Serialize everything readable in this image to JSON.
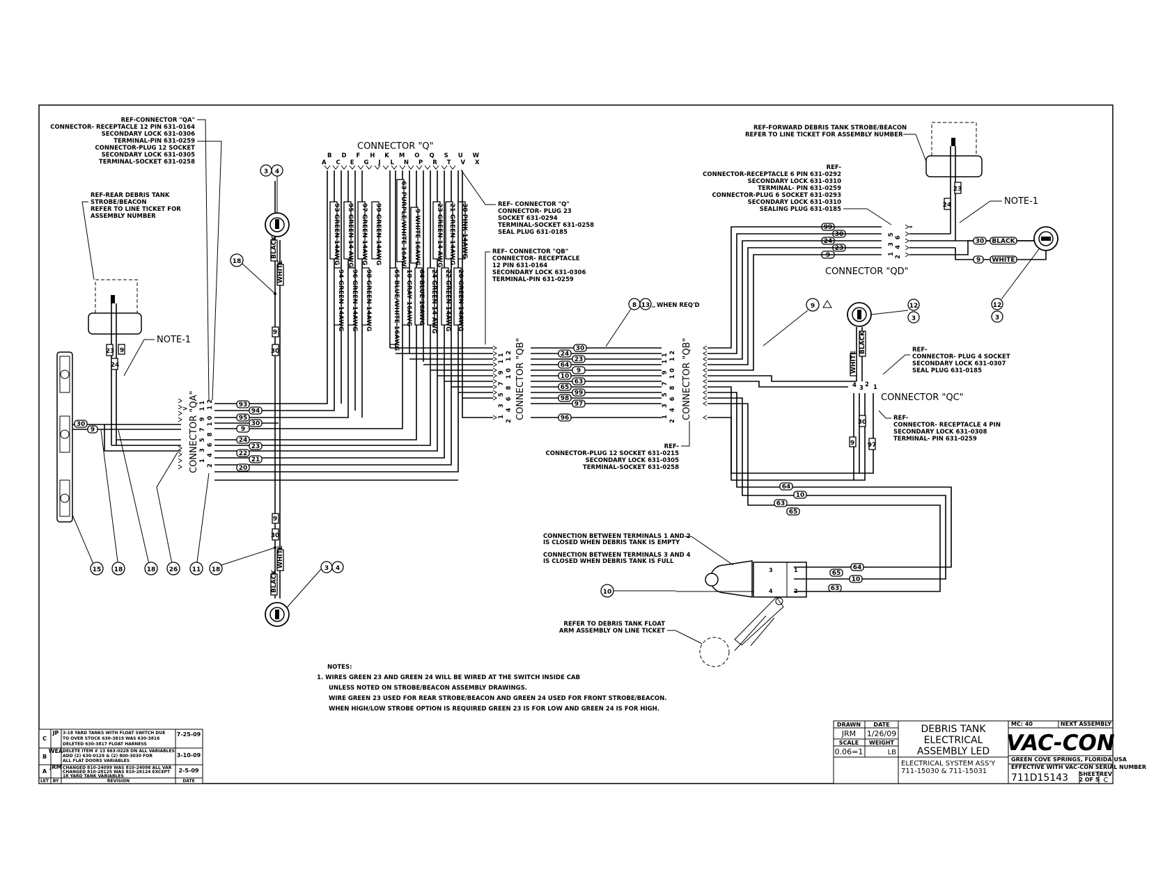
{
  "notes": {
    "ref_qa": "REF-CONNECTOR \"QA\"",
    "ref_qa_lines": [
      "CONNECTOR- RECEPTACLE 12 PIN 631-0164",
      "SECONDARY LOCK 631-0306",
      "TERMINAL-PIN 631-0259",
      "CONNECTOR-PLUG 12 SOCKET",
      "SECONDARY LOCK 631-0305",
      "TERMINAL-SOCKET 631-0258"
    ],
    "rear_strobe": [
      "REF-REAR DEBRIS TANK",
      "STROBE/BEACON",
      "REFER TO LINE TICKET FOR",
      "ASSEMBLY NUMBER"
    ],
    "note1_left": "NOTE-1",
    "connector_q": "CONNECTOR \"Q\"",
    "q_top_letters": "B D F H K M O Q S U W",
    "q_bot_letters": "A C E G J L N P R T V X",
    "ref_q": [
      "REF- CONNECTOR \"Q\"",
      "CONNECTOR- PLUG 23",
      "SOCKET 631-0294",
      "TERMINAL-SOCKET 631-0258",
      "SEAL PLUG 631-0185"
    ],
    "ref_qb": [
      "REF- CONNECTOR \"QB\"",
      "CONNECTOR- RECEPTACLE",
      "12 PIN 631-0164",
      "SECONDARY LOCK 631-0306",
      "TERMINAL-PIN 631-0259"
    ],
    "when_reqd": "WHEN REQ'D",
    "ref_qb_plug": [
      "REF-",
      "CONNECTOR-PLUG 12 SOCKET 631-0215",
      "SECONDARY LOCK 631-0305",
      "TERMINAL-SOCKET 631-0258"
    ],
    "fwd_strobe": [
      "REF-FORWARD DEBRIS TANK STROBE/BEACON",
      "REFER TO LINE TICKET FOR ASSEMBLY NUMBER"
    ],
    "ref_qd": [
      "REF-",
      "CONNECTOR-RECEPTACLE 6 PIN 631-0292",
      "SECONDARY LOCK 631-0310",
      "TERMINAL- PIN 631-0259",
      "CONNECTOR-PLUG 6 SOCKET 631-0293",
      "SECONDARY LOCK 631-0310",
      "SEALING PLUG 631-0185"
    ],
    "note1_right": "NOTE-1",
    "connector_qd": "CONNECTOR \"QD\"",
    "ref_qc_plug": [
      "REF-",
      "CONNECTOR- PLUG 4 SOCKET",
      "SECONDARY LOCK 631-0307",
      "SEAL PLUG 631-0185"
    ],
    "connector_qc": "CONNECTOR \"QC\"",
    "ref_qc_rec": [
      "REF-",
      "CONNECTOR- RECEPTACLE 4 PIN",
      "SECONDARY LOCK 631-0308",
      "TERMINAL- PIN 631-0259"
    ],
    "conn_text": [
      "CONNECTION BETWEEN TERMINALS 1 AND 2",
      "IS CLOSED WHEN DEBRIS TANK IS EMPTY",
      "CONNECTION BETWEEN TERMINALS 3 AND 4",
      "IS CLOSED WHEN DEBRIS TANK IS FULL"
    ],
    "float_arm": [
      "REFER TO DEBRIS TANK FLOAT",
      "ARM ASSEMBLY ON LINE TICKET"
    ],
    "notes_title": "NOTES:",
    "notes_lines": [
      "1.  WIRES GREEN 23 AND GREEN 24 WILL BE WIRED AT THE SWITCH INSIDE CAB",
      "UNLESS NOTED ON STROBE/BEACON ASSEMBLY DRAWINGS.",
      "WIRE GREEN 23 USED FOR REAR STROBE/BEACON AND GREEN 24 USED FOR FRONT STROBE/BEACON.",
      "WHEN HIGH/LOW STROBE OPTION IS REQUIRED GREEN 23 IS FOR LOW AND GREEN 24 IS FOR HIGH."
    ]
  },
  "connector_labels": {
    "qa": "CONNECTOR \"QA\"",
    "qb_left": "CONNECTOR \"QB\"",
    "qb_right": "CONNECTOR \"QB\"",
    "pins_odd": "1 3 5 7 9 11",
    "pins_even": "2 4 6 8 10 12"
  },
  "q_wires_top": [
    "93 GREEN 14AWG",
    "95 GREEN 14 AWG",
    "97 GREEN 14AWG",
    "99 GREEN 14AWG",
    "63 PURPLE/WHITE 16AWG",
    "9 WHITE 16AWG",
    "23 GREEN 14 AWG",
    "21 GREEN 14AWG",
    "30 PINK 14AWG"
  ],
  "q_wires_bot": [
    "94 GREEN 14AWG",
    "96 GREEN 14AWG",
    "98 GREEN 14AWG",
    "65 BLUE/WHITE 16AWG",
    "10 GRAY 16AWG",
    "64 BLUE 16AWG",
    "24 GREEN 14 AWG",
    "22 GREEN 14AWG",
    "20 GREEN 14AWG"
  ],
  "qa_tags": [
    "93",
    "94",
    "95",
    "30",
    "9",
    "24",
    "23",
    "22",
    "21",
    "20"
  ],
  "qb_tags_left": [
    "30",
    "24",
    "23",
    "64",
    "9",
    "10",
    "63",
    "65",
    "99",
    "98",
    "97",
    "96"
  ],
  "qd_tags": [
    "99",
    "30",
    "24",
    "23",
    "9"
  ],
  "lamp_tags": {
    "black": "BLACK",
    "white": "WHITE",
    "t30": "30",
    "t9": "9"
  },
  "balloons_bottom": [
    "15",
    "18",
    "18",
    "26",
    "11",
    "18"
  ],
  "balloons_other": {
    "b34a": [
      "3",
      "4"
    ],
    "b18a": "18",
    "b34b": [
      "3",
      "4"
    ],
    "b813": [
      "8",
      "13"
    ],
    "b9": "9",
    "b123a": [
      "12",
      "3"
    ],
    "b123b": [
      "12",
      "3"
    ],
    "b10": "10"
  },
  "revisions": [
    {
      "rev": "C",
      "by": "JP",
      "desc": [
        "3-18 YARD TANKS WITH FLOAT SWITCH DUE",
        "TO OVER STOCK 630-3819 WAS 630-3816",
        "DELETED 630-3817 FLOAT HARNESS"
      ],
      "date": "7-25-09"
    },
    {
      "rev": "B",
      "by": "WEA",
      "desc": [
        "DELETE ITEM # 13 663-0228 ON ALL VARIABLES",
        "ADD (2) 630-0129 & (2) 800-3030 FOR",
        "ALL FLAT DOORS VARIABLES"
      ],
      "date": "3-10-09"
    },
    {
      "rev": "A",
      "by": "JRM",
      "desc": [
        "CHANGED 810-24099 WAS 810-24098 ALL VAR",
        "CHANGED 810-28125 WAS 810-28124 EXCEPT",
        "18 YARD TANK VARIABLES"
      ],
      "date": "2-5-09"
    }
  ],
  "rev_header": {
    "let": "LET",
    "by": "BY",
    "revision": "REVISION",
    "date": "DATE"
  },
  "title_block": {
    "drawn_label": "DRAWN",
    "drawn": "JRM",
    "date_label": "DATE",
    "date": "1/26/09",
    "scale_label": "SCALE",
    "scale": "0.06=1",
    "weight_label": "WEIGHT",
    "weight": "LB",
    "title1": "DEBRIS TANK",
    "title2": "ELECTRICAL",
    "title3": "ASSEMBLY LED",
    "sub1": "ELECTRICAL SYSTEM ASS'Y",
    "sub2": "711-15030 & 711-15031",
    "mc": "MC: 40",
    "next": "NEXT ASSEMBLY",
    "logo": "VAC-CON",
    "address": "GREEN COVE SPRINGS, FLORIDA USA",
    "effective": "EFFECTIVE WITH VAC-CON SERIAL NUMBER",
    "dwg": "711D15143",
    "sheet_label": "SHEET",
    "sheet": "2 OF 5",
    "rev_label": "REV",
    "rev": "C"
  }
}
